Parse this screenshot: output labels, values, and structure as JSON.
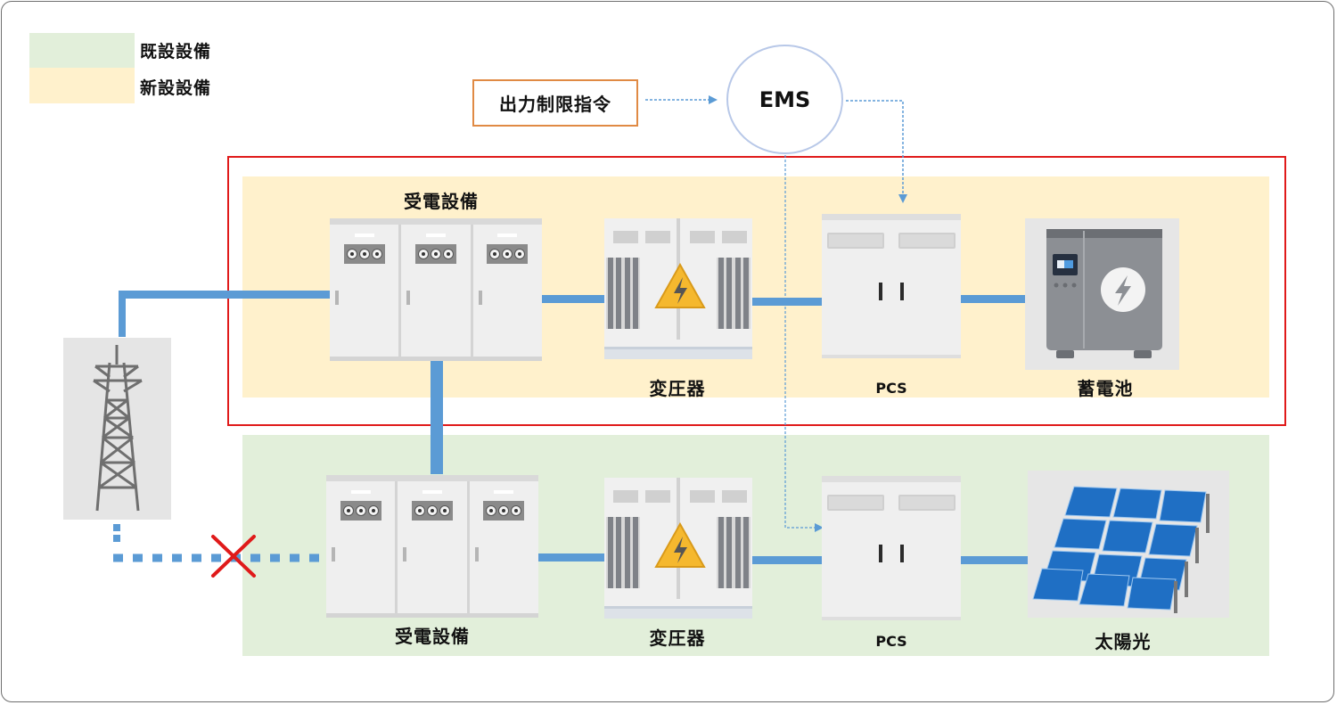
{
  "legend": [
    {
      "label": "既設設備",
      "color": "#e2efda"
    },
    {
      "label": "新設設備",
      "color": "#fff1cc"
    }
  ],
  "control": {
    "command_label": "出力制限指令",
    "ems_label": "EMS"
  },
  "colors": {
    "power_line": "#5b9bd5",
    "signal_line": "#5b9bd5",
    "highlight_border": "#e01a1a",
    "command_border": "#e08a44",
    "ems_border": "#b8c8e8",
    "disconnect_mark": "#e01a1a"
  },
  "new_equipment": {
    "switchgear_label": "受電設備",
    "transformer_label": "変圧器",
    "pcs_label": "PCS",
    "battery_label": "蓄電池"
  },
  "existing_equipment": {
    "switchgear_label": "受電設備",
    "transformer_label": "変圧器",
    "pcs_label": "PCS",
    "solar_label": "太陽光"
  },
  "grid": {
    "tower_icon": "transmission-tower-icon",
    "old_connection_status": "disconnected"
  }
}
